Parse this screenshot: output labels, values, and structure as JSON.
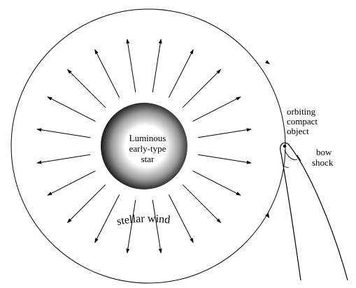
{
  "star": {
    "line1": "Luminous",
    "line2": "early-type",
    "line3": "star"
  },
  "compact_object": {
    "line1": "orbiting",
    "line2": "compact",
    "line3": "object"
  },
  "bow_shock": {
    "line1": "bow",
    "line2": "shock"
  },
  "wind": {
    "text": "stellar wind"
  },
  "arrows": {
    "count": 20
  },
  "colors": {
    "ink": "#000000",
    "star_core": "#ffffff",
    "star_edge": "#151515"
  }
}
